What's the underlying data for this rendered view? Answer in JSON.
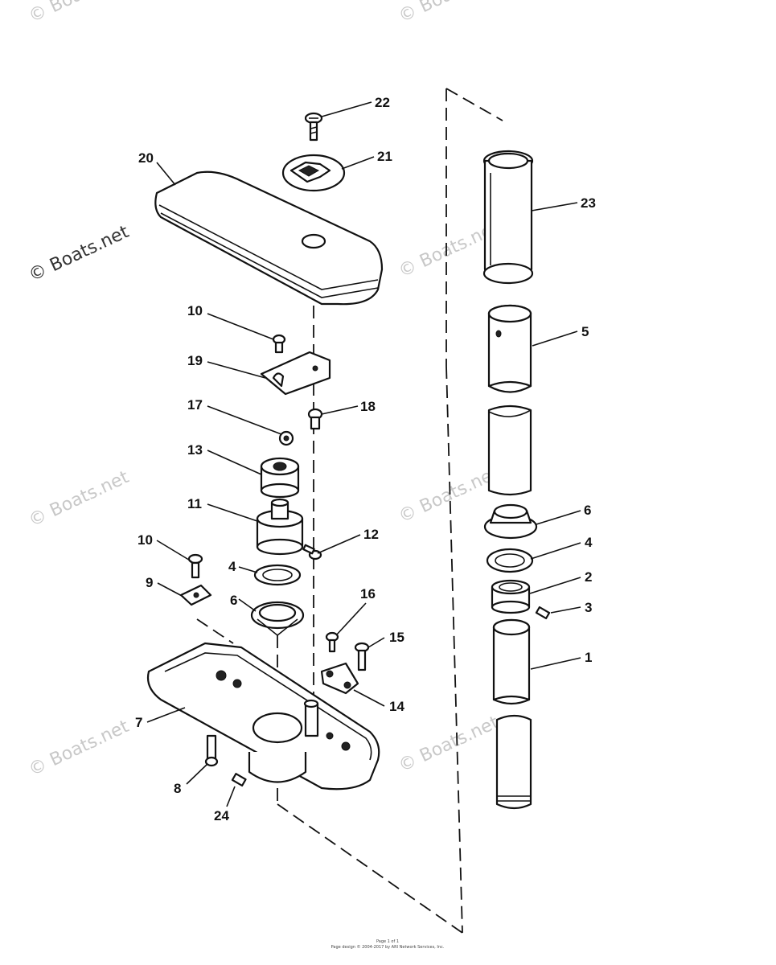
{
  "watermark": "© Boats.net",
  "footer": {
    "line1": "Page 1 of 1",
    "line2": "Page design © 2004-2017 by ARI Network Services, Inc."
  },
  "callouts": {
    "c1": "1",
    "c2": "2",
    "c3": "3",
    "c4a": "4",
    "c4b": "4",
    "c5": "5",
    "c6a": "6",
    "c6b": "6",
    "c7": "7",
    "c8": "8",
    "c9": "9",
    "c10a": "10",
    "c10b": "10",
    "c11": "11",
    "c12": "12",
    "c13": "13",
    "c14": "14",
    "c15": "15",
    "c16": "16",
    "c17": "17",
    "c18": "18",
    "c19": "19",
    "c20": "20",
    "c21": "21",
    "c22": "22",
    "c23": "23",
    "c24": "24"
  }
}
